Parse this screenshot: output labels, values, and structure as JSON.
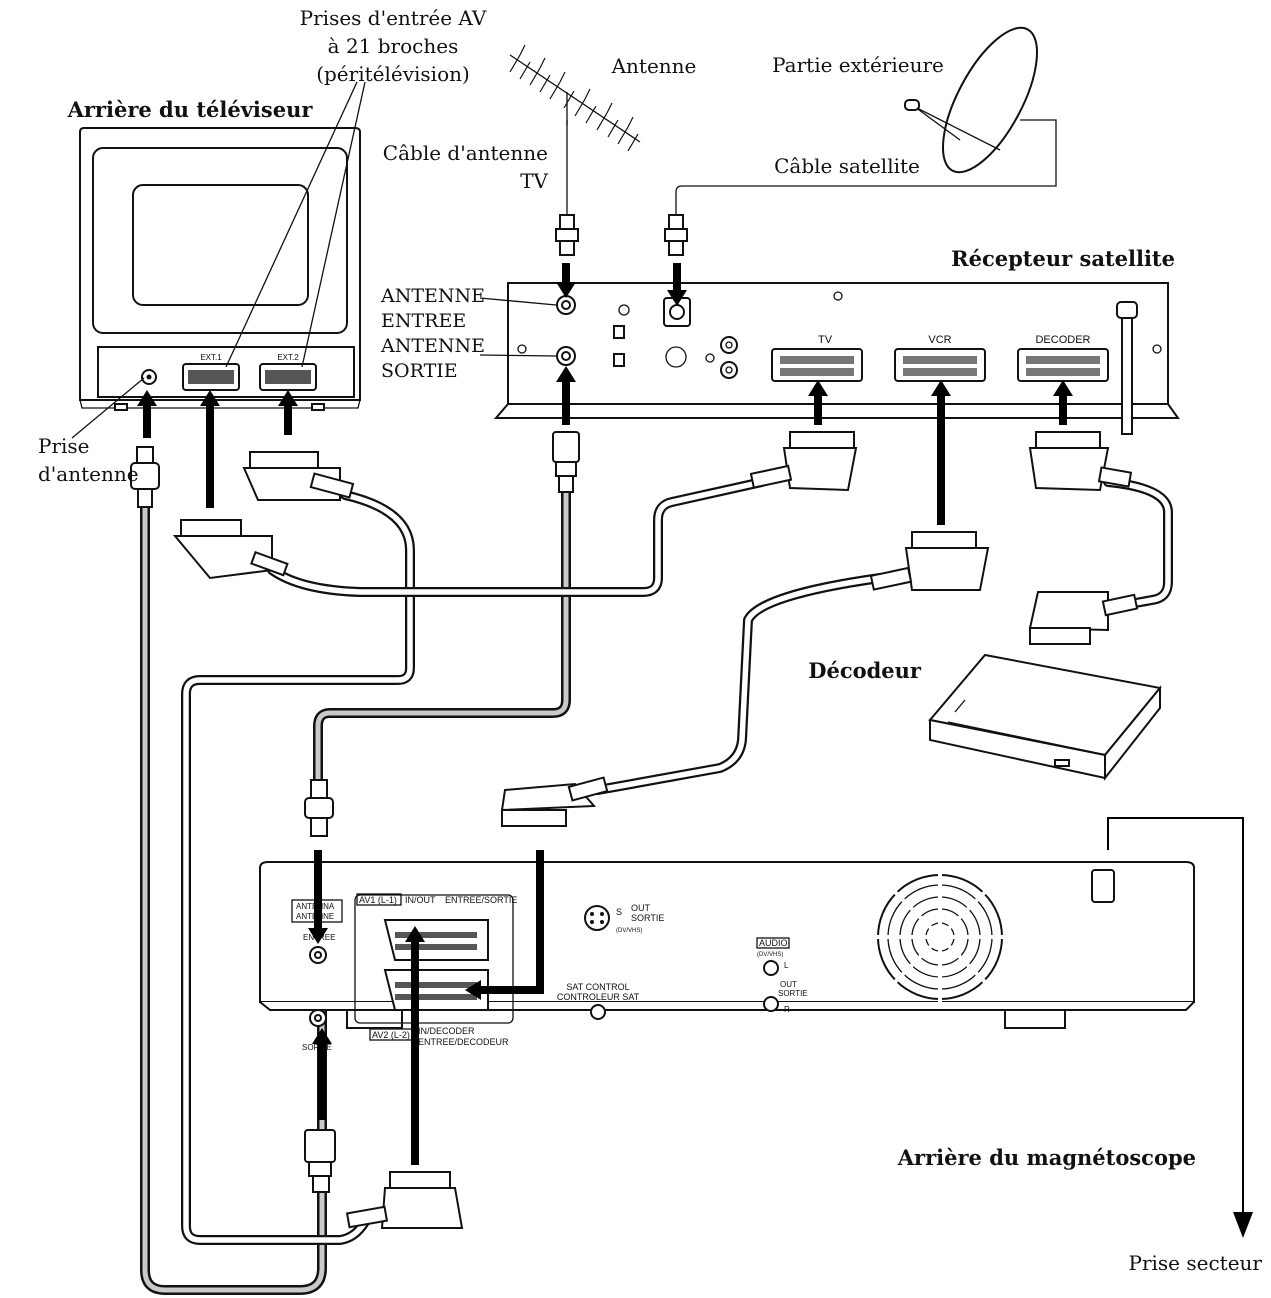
{
  "labels": {
    "tv_rear": "Arrière du téléviseur",
    "av_jacks_line1": "Prises d'entrée AV",
    "av_jacks_line2": "à 21 broches",
    "av_jacks_line3": "(péritélévision)",
    "antenna": "Antenne",
    "outdoor_unit": "Partie extérieure",
    "tv_antenna_cable_line1": "Câble d'antenne",
    "tv_antenna_cable_line2": "TV",
    "satellite_cable": "Câble satellite",
    "sat_receiver": "Récepteur satellite",
    "antenne_entree_line1": "ANTENNE",
    "antenne_entree_line2": "ENTREE",
    "antenne_sortie_line1": "ANTENNE",
    "antenne_sortie_line2": "SORTIE",
    "antenna_jack_line1": "Prise",
    "antenna_jack_line2": "d'antenne",
    "decoder": "Décodeur",
    "vcr_rear": "Arrière du magnétoscope",
    "mains_outlet": "Prise secteur"
  },
  "tv_panel": {
    "ext1": "EXT.1",
    "ext2": "EXT.2"
  },
  "receiver_panel": {
    "tv": "TV",
    "vcr": "VCR",
    "decoder": "DECODER"
  },
  "vcr_panel": {
    "antenna1": "ANTENNA",
    "antenna2": "ANTENNE",
    "entree": "ENTREE",
    "sortie": "SORTIE",
    "av1": "AV1 (L-1)",
    "in_out": "IN/OUT",
    "entree_sortie": "ENTREE/SORTIE",
    "av2": "AV2 (L-2)",
    "in_decoder": "IN/DECODER",
    "entree_decodeur": "ENTREE/DECODEUR",
    "s_label": "S",
    "s_out": "OUT",
    "s_sortie": "SORTIE",
    "s_dvvhs": "(DV/VHS)",
    "sat_control": "SAT CONTROL",
    "controleur_sat": "CONTROLEUR SAT",
    "audio": "AUDIO",
    "audio_dvvhs": "(DV/VHS)",
    "audio_l": "L",
    "audio_out": "OUT",
    "audio_sortie": "SORTIE",
    "audio_r": "R"
  }
}
